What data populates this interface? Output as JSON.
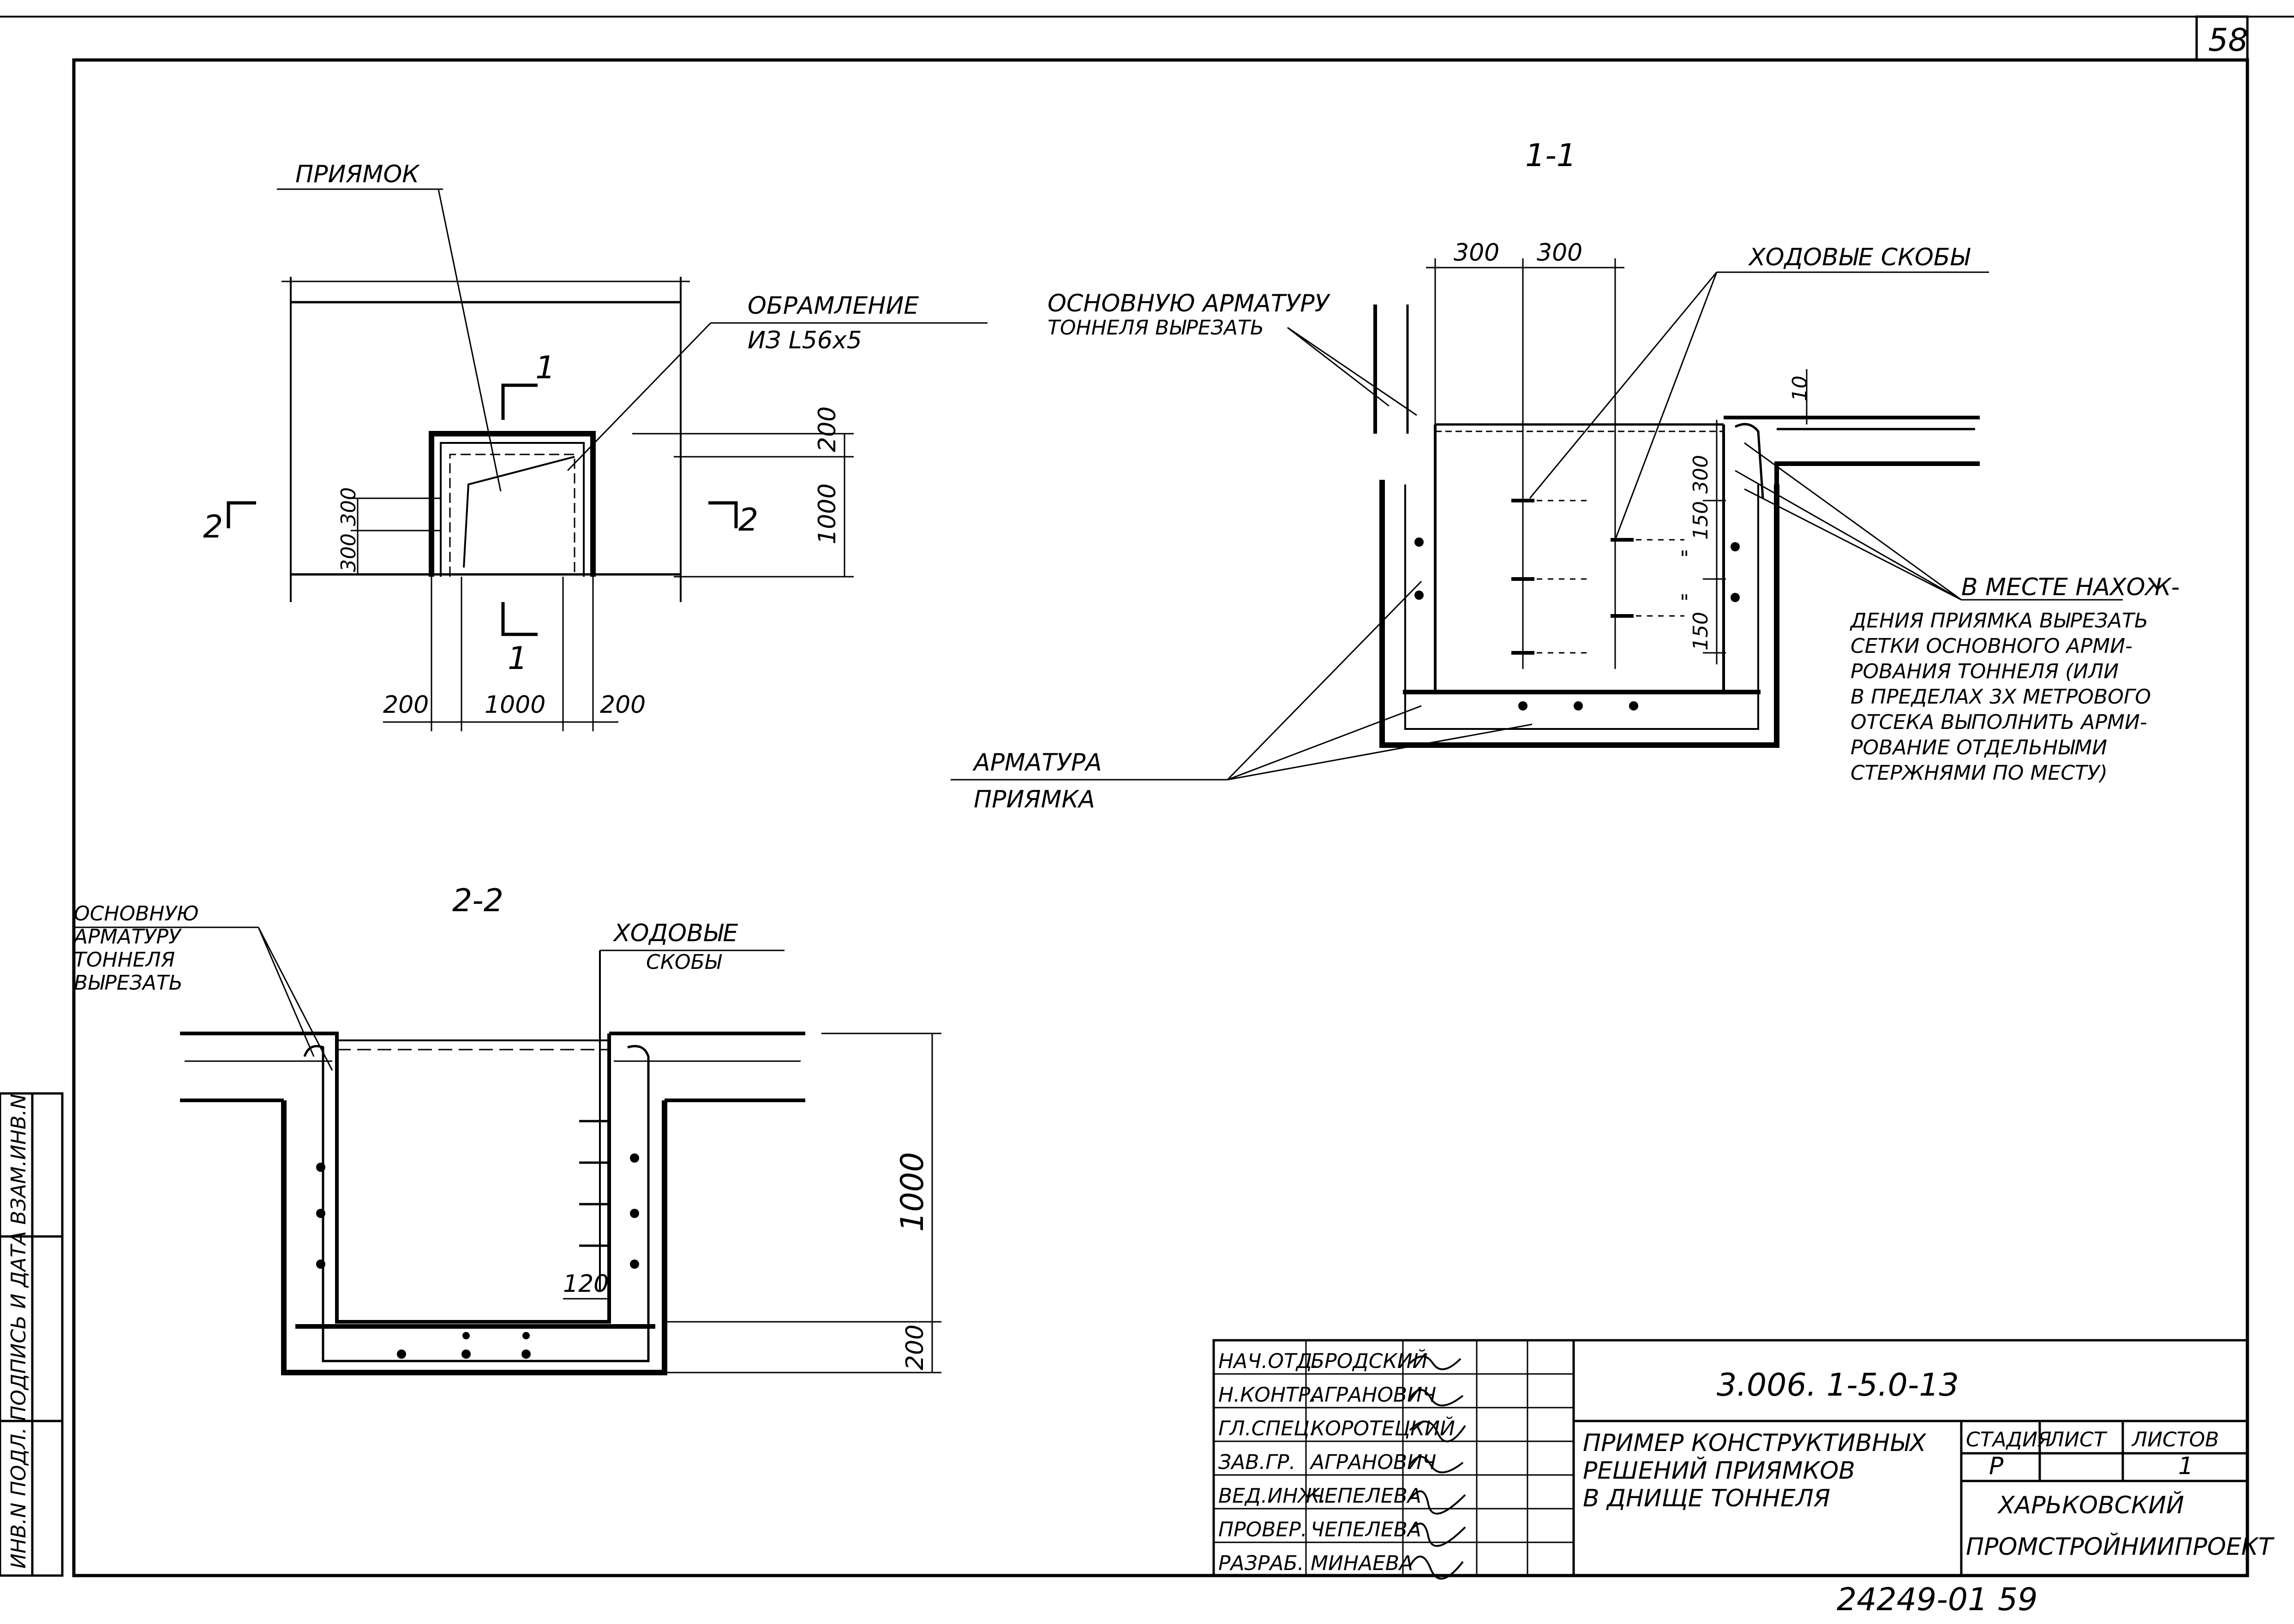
{
  "sheet_number": "58",
  "plan": {
    "label_pit": "ПРИЯМОК",
    "label_frame_1": "ОБРАМЛЕНИЕ",
    "label_frame_2": "ИЗ L56x5",
    "cut_1_top": "1",
    "cut_1_bottom": "1",
    "cut_2_left": "2",
    "cut_2_right": "2",
    "dim_200_right": "200",
    "dim_1000_right": "1000",
    "dim_300_a": "300",
    "dim_300_b": "300",
    "dim_200_left": "200",
    "dim_1000_bottom": "1000",
    "dim_200_bottom_right": "200"
  },
  "section_1_1": {
    "title": "1-1",
    "dim_300_a": "300",
    "dim_300_b": "300",
    "label_steps": "ХОДОВЫЕ СКОБЫ",
    "label_cut_1": "ОСНОВНУЮ АРМАТУРУ",
    "label_cut_2": "ТОННЕЛЯ ВЫРЕЗАТЬ",
    "dim_10": "10",
    "dim_300_v": "300",
    "dim_150_a": "150",
    "dim_quote_a": "\"",
    "dim_quote_b": "\"",
    "dim_150_b": "150",
    "note_lines": [
      "В МЕСТЕ НАХОЖ-",
      "ДЕНИЯ ПРИЯМКА ВЫРЕЗАТЬ",
      "СЕТКИ ОСНОВНОГО АРМИ-",
      "РОВАНИЯ ТОННЕЛЯ (ИЛИ",
      "В ПРЕДЕЛАХ 3Х МЕТРОВОГО",
      "ОТСЕКА ВЫПОЛНИТЬ АРМИ-",
      "РОВАНИЕ ОТДЕЛЬНЫМИ",
      "СТЕРЖНЯМИ ПО МЕСТУ)"
    ],
    "label_pit_rebar_1": "АРМАТУРА",
    "label_pit_rebar_2": "ПРИЯМКА"
  },
  "section_2_2": {
    "title": "2-2",
    "label_cut_lines": [
      "ОСНОВНУЮ",
      "АРМАТУРУ",
      "ТОННЕЛЯ",
      "ВЫРЕЗАТЬ"
    ],
    "label_steps_1": "ХОДОВЫЕ",
    "label_steps_2": "СКОБЫ",
    "dim_1000": "1000",
    "dim_120": "120",
    "dim_200": "200"
  },
  "side_stamp": "ИНВ.N ПОДЛ.  ПОДПИСЬ И ДАТА  ВЗАМ.ИНВ.N",
  "title_block": {
    "doc_code": "3.006. 1-5.0-13",
    "description_lines": [
      "ПРИМЕР КОНСТРУКТИВНЫХ",
      "РЕШЕНИЙ ПРИЯМКОВ",
      "В ДНИЩЕ ТОННЕЛЯ"
    ],
    "col_stage": "СТАДИЯ",
    "col_sheet": "ЛИСТ",
    "col_sheets": "ЛИСТОВ",
    "stage_value": "Р",
    "sheet_value": "",
    "sheets_value": "1",
    "org_1": "ХАРЬКОВСКИЙ",
    "org_2": "ПРОМСТРОЙНИИПРОЕКТ",
    "staff": [
      {
        "role": "НАЧ.ОТД.",
        "name": "БРОДСКИЙ"
      },
      {
        "role": "Н.КОНТР.",
        "name": "АГРАНОВИЧ"
      },
      {
        "role": "ГЛ.СПЕЦ.",
        "name": "КОРОТЕЦКИЙ"
      },
      {
        "role": "ЗАВ.ГР.",
        "name": "АГРАНОВИЧ"
      },
      {
        "role": "ВЕД.ИНЖ.",
        "name": "ЧЕПЕЛЕВА"
      },
      {
        "role": "ПРОВЕР.",
        "name": "ЧЕПЕЛЕВА"
      },
      {
        "role": "РАЗРАБ.",
        "name": "МИНАЕВА"
      }
    ]
  },
  "archive_number": "24249-01  59"
}
